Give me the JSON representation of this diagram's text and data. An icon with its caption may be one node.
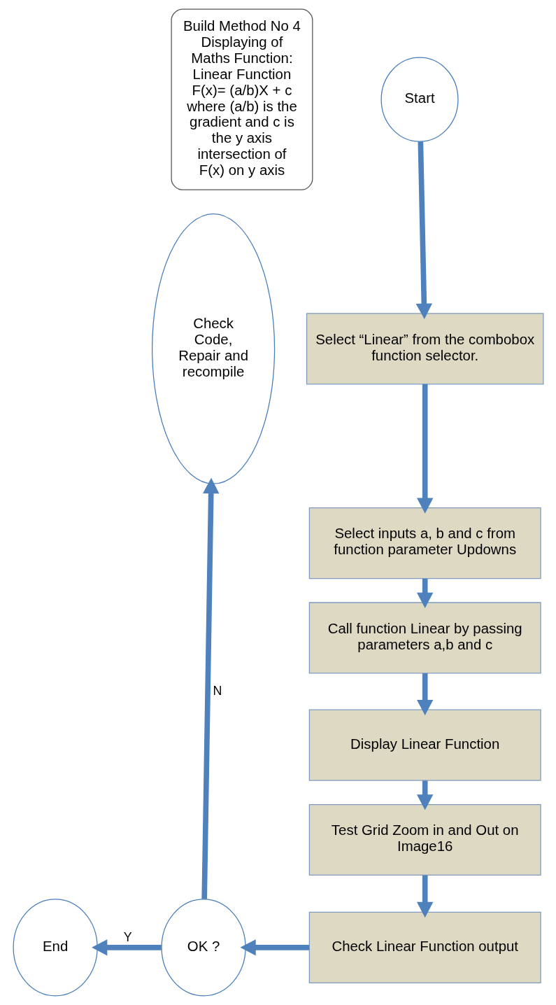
{
  "diagram": {
    "nodes": [
      {
        "text": [
          "Build Method No 4",
          "Displaying of Maths Function: Linear Function F(x)= (a/b)X + c where (a/b) is the gradient and c is the y axis intersection of F(x) on y axis"
        ]
      },
      {
        "text": [
          "Start"
        ]
      },
      {
        "text": [
          "Select “Linear” from the combobox function selector."
        ]
      },
      {
        "text": [
          "Select inputs a, b and c from function parameter Updowns"
        ]
      },
      {
        "text": [
          "Call function Linear by passing parameters a,b and c"
        ]
      },
      {
        "text": [
          "Display Linear Function"
        ]
      },
      {
        "text": [
          "Test Grid Zoom in and Out on Image16"
        ]
      },
      {
        "text": [
          "Check Linear Function output"
        ]
      },
      {
        "text": [
          "OK ?"
        ]
      },
      {
        "text": [
          "End"
        ]
      },
      {
        "text": [
          "Check Code, Repair and recompile"
        ]
      }
    ],
    "edges": [
      {
        "from": 1,
        "to": 2,
        "arrow": "to"
      },
      {
        "from": 2,
        "to": 3,
        "arrow": "to"
      },
      {
        "from": 3,
        "to": 4,
        "arrow": "to"
      },
      {
        "from": 4,
        "to": 5,
        "arrow": "to"
      },
      {
        "from": 5,
        "to": 6,
        "arrow": "to"
      },
      {
        "from": 6,
        "to": 7,
        "arrow": "to"
      },
      {
        "from": 7,
        "to": 8,
        "arrow": "to"
      },
      {
        "from": 8,
        "to": 9,
        "arrow": "to",
        "label": "Y"
      },
      {
        "from": 8,
        "to": 10,
        "arrow": "to",
        "label": "N"
      }
    ]
  }
}
